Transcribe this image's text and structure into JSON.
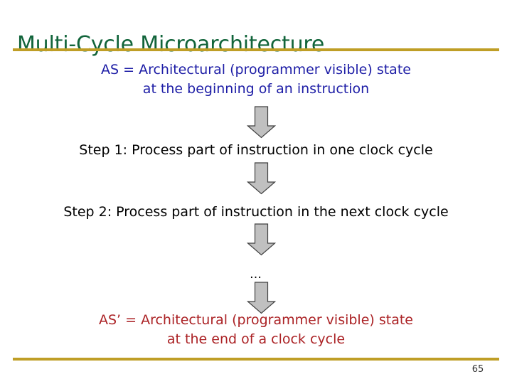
{
  "slide": {
    "title": "Multi-Cycle Microarchitecture",
    "page_number": "65",
    "colors": {
      "title_green": "#11643a",
      "rule_gold": "#bf9e26",
      "text_blue": "#1d1da6",
      "text_black": "#000000",
      "text_red": "#ab2225",
      "arrow_fill": "#c0c0c0",
      "arrow_stroke": "#404040",
      "background": "#ffffff"
    }
  },
  "blocks": {
    "as_state": {
      "line1": "AS = Architectural (programmer visible) state",
      "line2": "at the beginning of an instruction"
    },
    "step1": {
      "line1": "Step 1: Process part of instruction in one clock cycle"
    },
    "step2": {
      "line1": "Step 2: Process part of instruction in the next clock cycle"
    },
    "ellipsis": {
      "line1": "…"
    },
    "as_prime_state": {
      "line1": "AS’ = Architectural (programmer visible) state",
      "line2": "at the end of a clock cycle"
    }
  },
  "arrows": {
    "icon_name": "down-arrow-icon",
    "count": 4
  }
}
